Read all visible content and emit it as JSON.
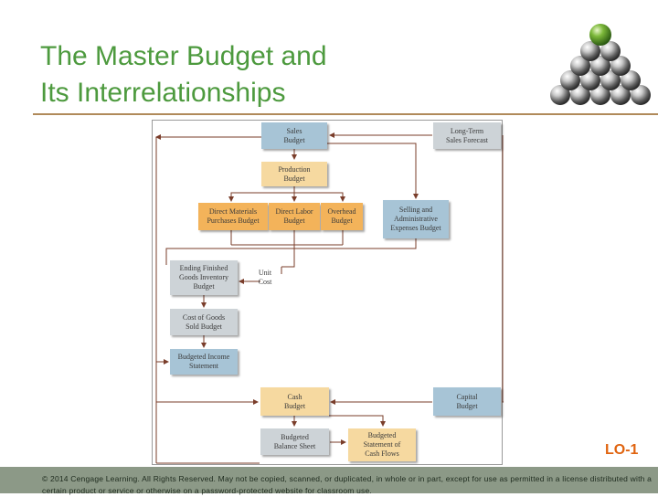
{
  "slide": {
    "title_line1": "The Master Budget and",
    "title_line2": "Its Interrelationships",
    "lo_label": "LO-1",
    "copyright": "© 2014 Cengage Learning. All Rights Reserved. May not be copied, scanned, or duplicated, in whole or in part, except for use as permitted in a license distributed with a certain product or service or otherwise on a password-protected website for classroom use.",
    "logo_icon": "pyramid-of-spheres-icon"
  },
  "diagram": {
    "sales_budget": "Sales\nBudget",
    "long_term_forecast": "Long-Term\nSales Forecast",
    "production_budget": "Production\nBudget",
    "direct_materials": "Direct Materials\nPurchases Budget",
    "direct_labor": "Direct Labor\nBudget",
    "overhead": "Overhead\nBudget",
    "selling_admin": "Selling and\nAdministrative\nExpenses Budget",
    "ending_finished": "Ending Finished\nGoods Inventory\nBudget",
    "unit_cost": "Unit\nCost",
    "cost_of_goods_sold": "Cost of Goods\nSold Budget",
    "budgeted_income": "Budgeted Income\nStatement",
    "cash_budget": "Cash\nBudget",
    "capital_budget": "Capital\nBudget",
    "budgeted_balance": "Budgeted\nBalance Sheet",
    "budgeted_cash_flows": "Budgeted\nStatement of\nCash Flows"
  },
  "colors": {
    "title_green": "#4d9a3e",
    "lo_orange": "#e06410",
    "footer_bg": "#8c9987",
    "box_blue": "#a7c4d6",
    "box_gray": "#cdd3d7",
    "box_yellow": "#f6d9a0",
    "box_orange": "#f3b35a",
    "arrow_brown": "#7a3d2a"
  }
}
